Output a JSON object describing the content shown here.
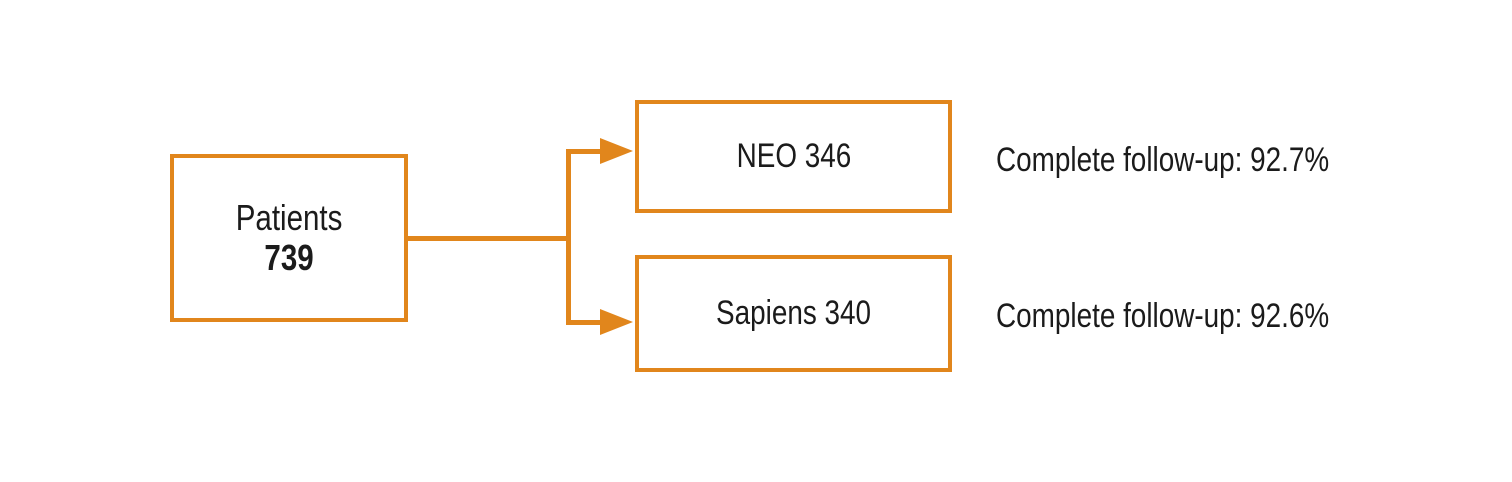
{
  "diagram": {
    "root": {
      "label": "Patients",
      "count": "739"
    },
    "branches": [
      {
        "label": "NEO 346",
        "followup": "Complete follow-up: 92.7%"
      },
      {
        "label": "Sapiens 340",
        "followup": "Complete follow-up: 92.6%"
      }
    ],
    "colors": {
      "accent": "#E1861C",
      "text": "#1B1B1B",
      "background": "#FFFFFF"
    }
  }
}
